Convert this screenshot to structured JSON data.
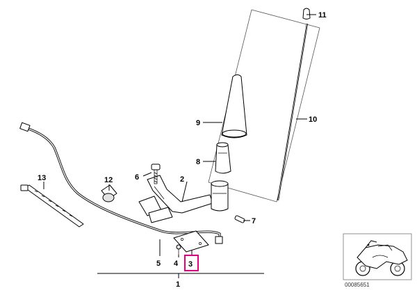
{
  "callouts": {
    "c1": "1",
    "c2": "2",
    "c3": "3",
    "c4": "4",
    "c5": "5",
    "c6": "6",
    "c7": "7",
    "c8": "8",
    "c9": "9",
    "c10": "10",
    "c11": "11",
    "c12": "12",
    "c13": "13"
  },
  "highlighted_callout": "3",
  "highlight_color": "#e6007e",
  "thumbnail": {
    "code": "00085651"
  }
}
